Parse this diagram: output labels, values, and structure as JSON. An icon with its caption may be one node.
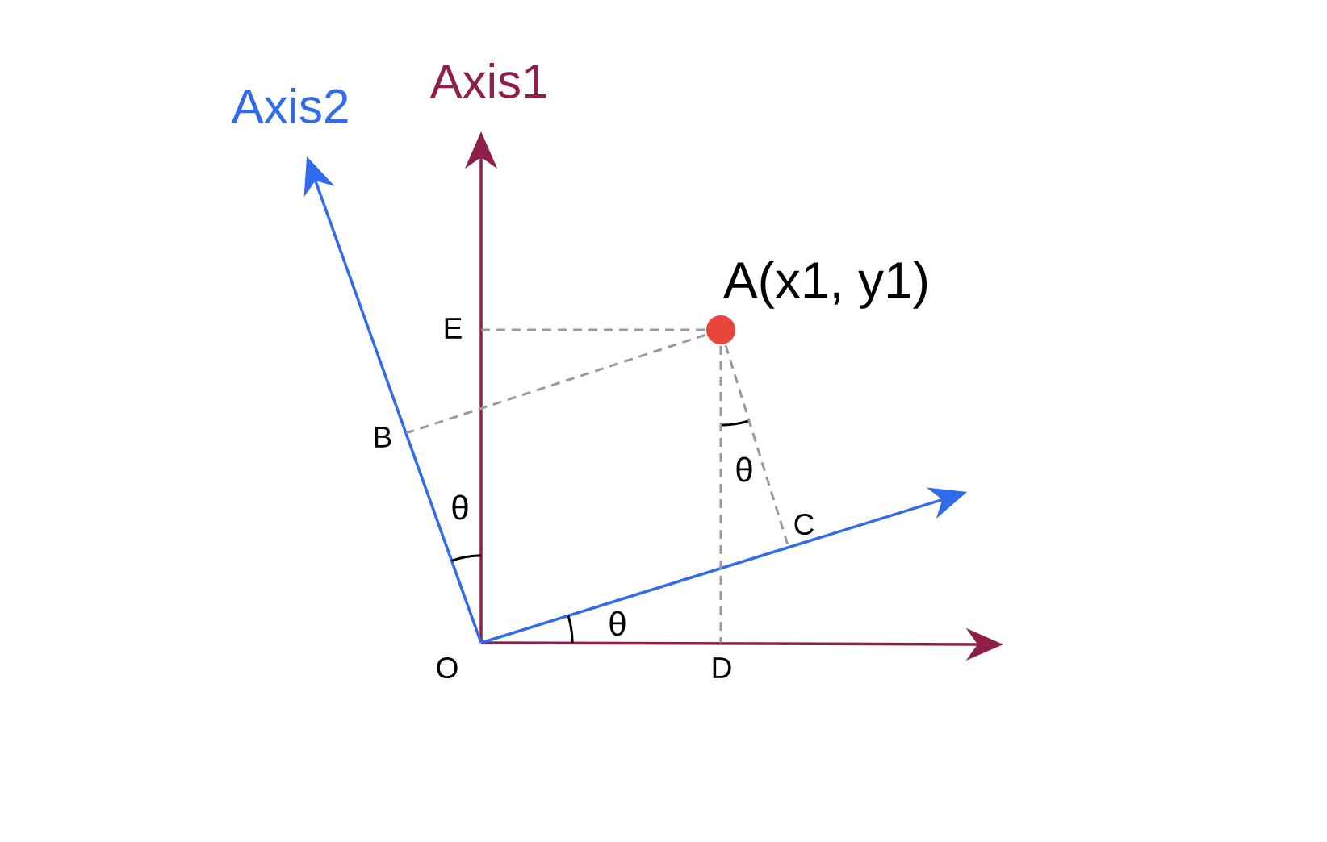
{
  "diagram": {
    "nodes": [
      {
        "text": [
          "A(x1, y1)"
        ]
      },
      {
        "text": [
          "E"
        ]
      },
      {
        "text": [
          "B"
        ]
      },
      {
        "text": [
          "C"
        ]
      },
      {
        "text": [
          "D"
        ]
      }
    ],
    "edges": [
      {
        "from": 0,
        "to": 1,
        "arrow": "none",
        "style": "dashed"
      },
      {
        "from": 0,
        "to": 2,
        "arrow": "none",
        "style": "dashed"
      },
      {
        "from": 0,
        "to": 4,
        "arrow": "none",
        "style": "dashed"
      },
      {
        "from": 0,
        "to": 3,
        "arrow": "none",
        "style": "dashed"
      }
    ],
    "labels": [
      "Axis1",
      "Axis2",
      "θ",
      "θ",
      "θ",
      "O"
    ]
  }
}
